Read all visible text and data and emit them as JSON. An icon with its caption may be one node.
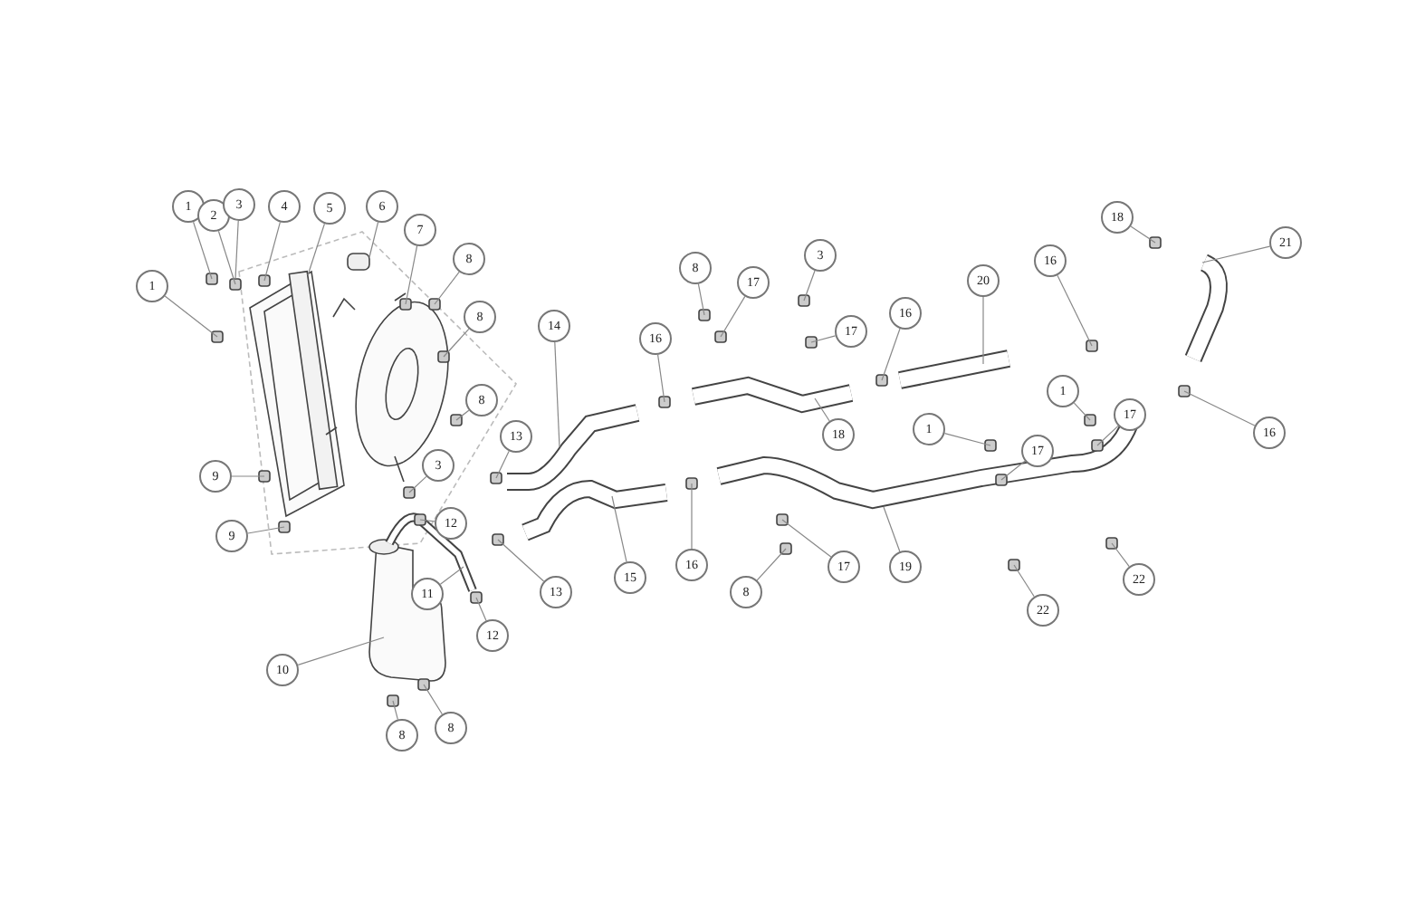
{
  "diagram": {
    "nodes": [
      {
        "text": [
          "1"
        ]
      },
      {
        "text": [
          "2"
        ]
      },
      {
        "text": [
          "3"
        ]
      },
      {
        "text": [
          "4"
        ]
      },
      {
        "text": [
          "5"
        ]
      },
      {
        "text": [
          "6"
        ]
      },
      {
        "text": [
          "7"
        ]
      },
      {
        "text": [
          "8"
        ]
      },
      {
        "text": [
          "1"
        ]
      },
      {
        "text": [
          "8"
        ]
      },
      {
        "text": [
          "8"
        ]
      },
      {
        "text": [
          "3"
        ]
      },
      {
        "text": [
          "9"
        ]
      },
      {
        "text": [
          "9"
        ]
      },
      {
        "text": [
          "12"
        ]
      },
      {
        "text": [
          "13"
        ]
      },
      {
        "text": [
          "11"
        ]
      },
      {
        "text": [
          "13"
        ]
      },
      {
        "text": [
          "12"
        ]
      },
      {
        "text": [
          "10"
        ]
      },
      {
        "text": [
          "8"
        ]
      },
      {
        "text": [
          "8"
        ]
      },
      {
        "text": [
          "14"
        ]
      },
      {
        "text": [
          "16"
        ]
      },
      {
        "text": [
          "15"
        ]
      },
      {
        "text": [
          "16"
        ]
      },
      {
        "text": [
          "8"
        ]
      },
      {
        "text": [
          "17"
        ]
      },
      {
        "text": [
          "3"
        ]
      },
      {
        "text": [
          "17"
        ]
      },
      {
        "text": [
          "18"
        ]
      },
      {
        "text": [
          "16"
        ]
      },
      {
        "text": [
          "20"
        ]
      },
      {
        "text": [
          "19"
        ]
      },
      {
        "text": [
          "17"
        ]
      },
      {
        "text": [
          "8"
        ]
      },
      {
        "text": [
          "1"
        ]
      },
      {
        "text": [
          "17"
        ]
      },
      {
        "text": [
          "22"
        ]
      },
      {
        "text": [
          "16"
        ]
      },
      {
        "text": [
          "1"
        ]
      },
      {
        "text": [
          "17"
        ]
      },
      {
        "text": [
          "22"
        ]
      },
      {
        "text": [
          "18"
        ]
      },
      {
        "text": [
          "21"
        ]
      },
      {
        "text": [
          "16"
        ]
      }
    ],
    "edges": [
      {
        "from": 0,
        "to": null,
        "arrow": "none"
      },
      {
        "from": 1,
        "to": null,
        "arrow": "none"
      },
      {
        "from": 2,
        "to": null,
        "arrow": "none"
      },
      {
        "from": 3,
        "to": null,
        "arrow": "none"
      },
      {
        "from": 4,
        "to": null,
        "arrow": "none"
      },
      {
        "from": 5,
        "to": null,
        "arrow": "none"
      },
      {
        "from": 6,
        "to": null,
        "arrow": "none"
      },
      {
        "from": 7,
        "to": null,
        "arrow": "none"
      },
      {
        "from": 8,
        "to": null,
        "arrow": "none"
      },
      {
        "from": 9,
        "to": null,
        "arrow": "none"
      },
      {
        "from": 10,
        "to": null,
        "arrow": "none"
      },
      {
        "from": 11,
        "to": null,
        "arrow": "none"
      },
      {
        "from": 12,
        "to": null,
        "arrow": "none"
      },
      {
        "from": 13,
        "to": null,
        "arrow": "none"
      },
      {
        "from": 14,
        "to": null,
        "arrow": "none"
      },
      {
        "from": 15,
        "to": null,
        "arrow": "none"
      },
      {
        "from": 16,
        "to": null,
        "arrow": "none"
      },
      {
        "from": 17,
        "to": null,
        "arrow": "none"
      },
      {
        "from": 18,
        "to": null,
        "arrow": "none"
      },
      {
        "from": 19,
        "to": null,
        "arrow": "none"
      },
      {
        "from": 20,
        "to": null,
        "arrow": "none"
      },
      {
        "from": 21,
        "to": null,
        "arrow": "none"
      },
      {
        "from": 22,
        "to": null,
        "arrow": "none"
      },
      {
        "from": 23,
        "to": null,
        "arrow": "none"
      },
      {
        "from": 24,
        "to": null,
        "arrow": "none"
      },
      {
        "from": 25,
        "to": null,
        "arrow": "none"
      },
      {
        "from": 26,
        "to": null,
        "arrow": "none"
      },
      {
        "from": 27,
        "to": null,
        "arrow": "none"
      },
      {
        "from": 28,
        "to": null,
        "arrow": "none"
      },
      {
        "from": 29,
        "to": null,
        "arrow": "none"
      },
      {
        "from": 30,
        "to": null,
        "arrow": "none"
      },
      {
        "from": 31,
        "to": null,
        "arrow": "none"
      },
      {
        "from": 32,
        "to": null,
        "arrow": "none"
      },
      {
        "from": 33,
        "to": null,
        "arrow": "none"
      },
      {
        "from": 34,
        "to": null,
        "arrow": "none"
      },
      {
        "from": 35,
        "to": null,
        "arrow": "none"
      },
      {
        "from": 36,
        "to": null,
        "arrow": "none"
      },
      {
        "from": 37,
        "to": null,
        "arrow": "none"
      },
      {
        "from": 38,
        "to": null,
        "arrow": "none"
      },
      {
        "from": 39,
        "to": null,
        "arrow": "none"
      },
      {
        "from": 40,
        "to": null,
        "arrow": "none"
      },
      {
        "from": 41,
        "to": null,
        "arrow": "none"
      },
      {
        "from": 42,
        "to": null,
        "arrow": "none"
      },
      {
        "from": 43,
        "to": null,
        "arrow": "none"
      },
      {
        "from": 44,
        "to": null,
        "arrow": "none"
      },
      {
        "from": 45,
        "to": null,
        "arrow": "none"
      }
    ]
  }
}
